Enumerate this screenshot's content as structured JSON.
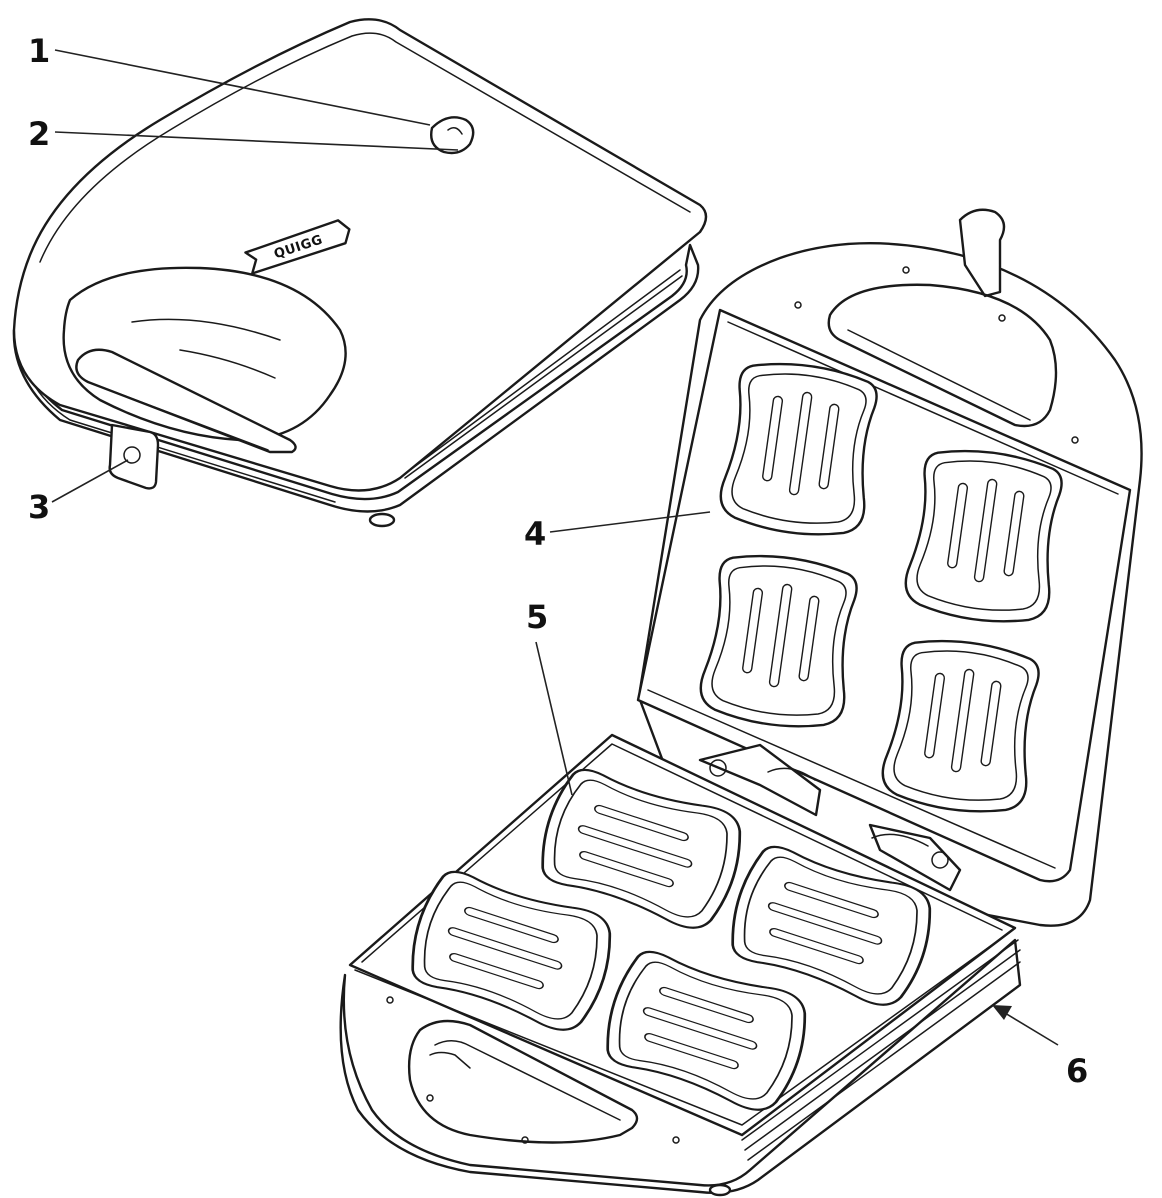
{
  "callouts": [
    {
      "id": "1",
      "label": "1"
    },
    {
      "id": "2",
      "label": "2"
    },
    {
      "id": "3",
      "label": "3"
    },
    {
      "id": "4",
      "label": "4"
    },
    {
      "id": "5",
      "label": "5"
    },
    {
      "id": "6",
      "label": "6"
    }
  ],
  "logo": {
    "text": "QUIGG"
  },
  "colors": {
    "line": "#1a1a1a",
    "background": "#ffffff"
  }
}
